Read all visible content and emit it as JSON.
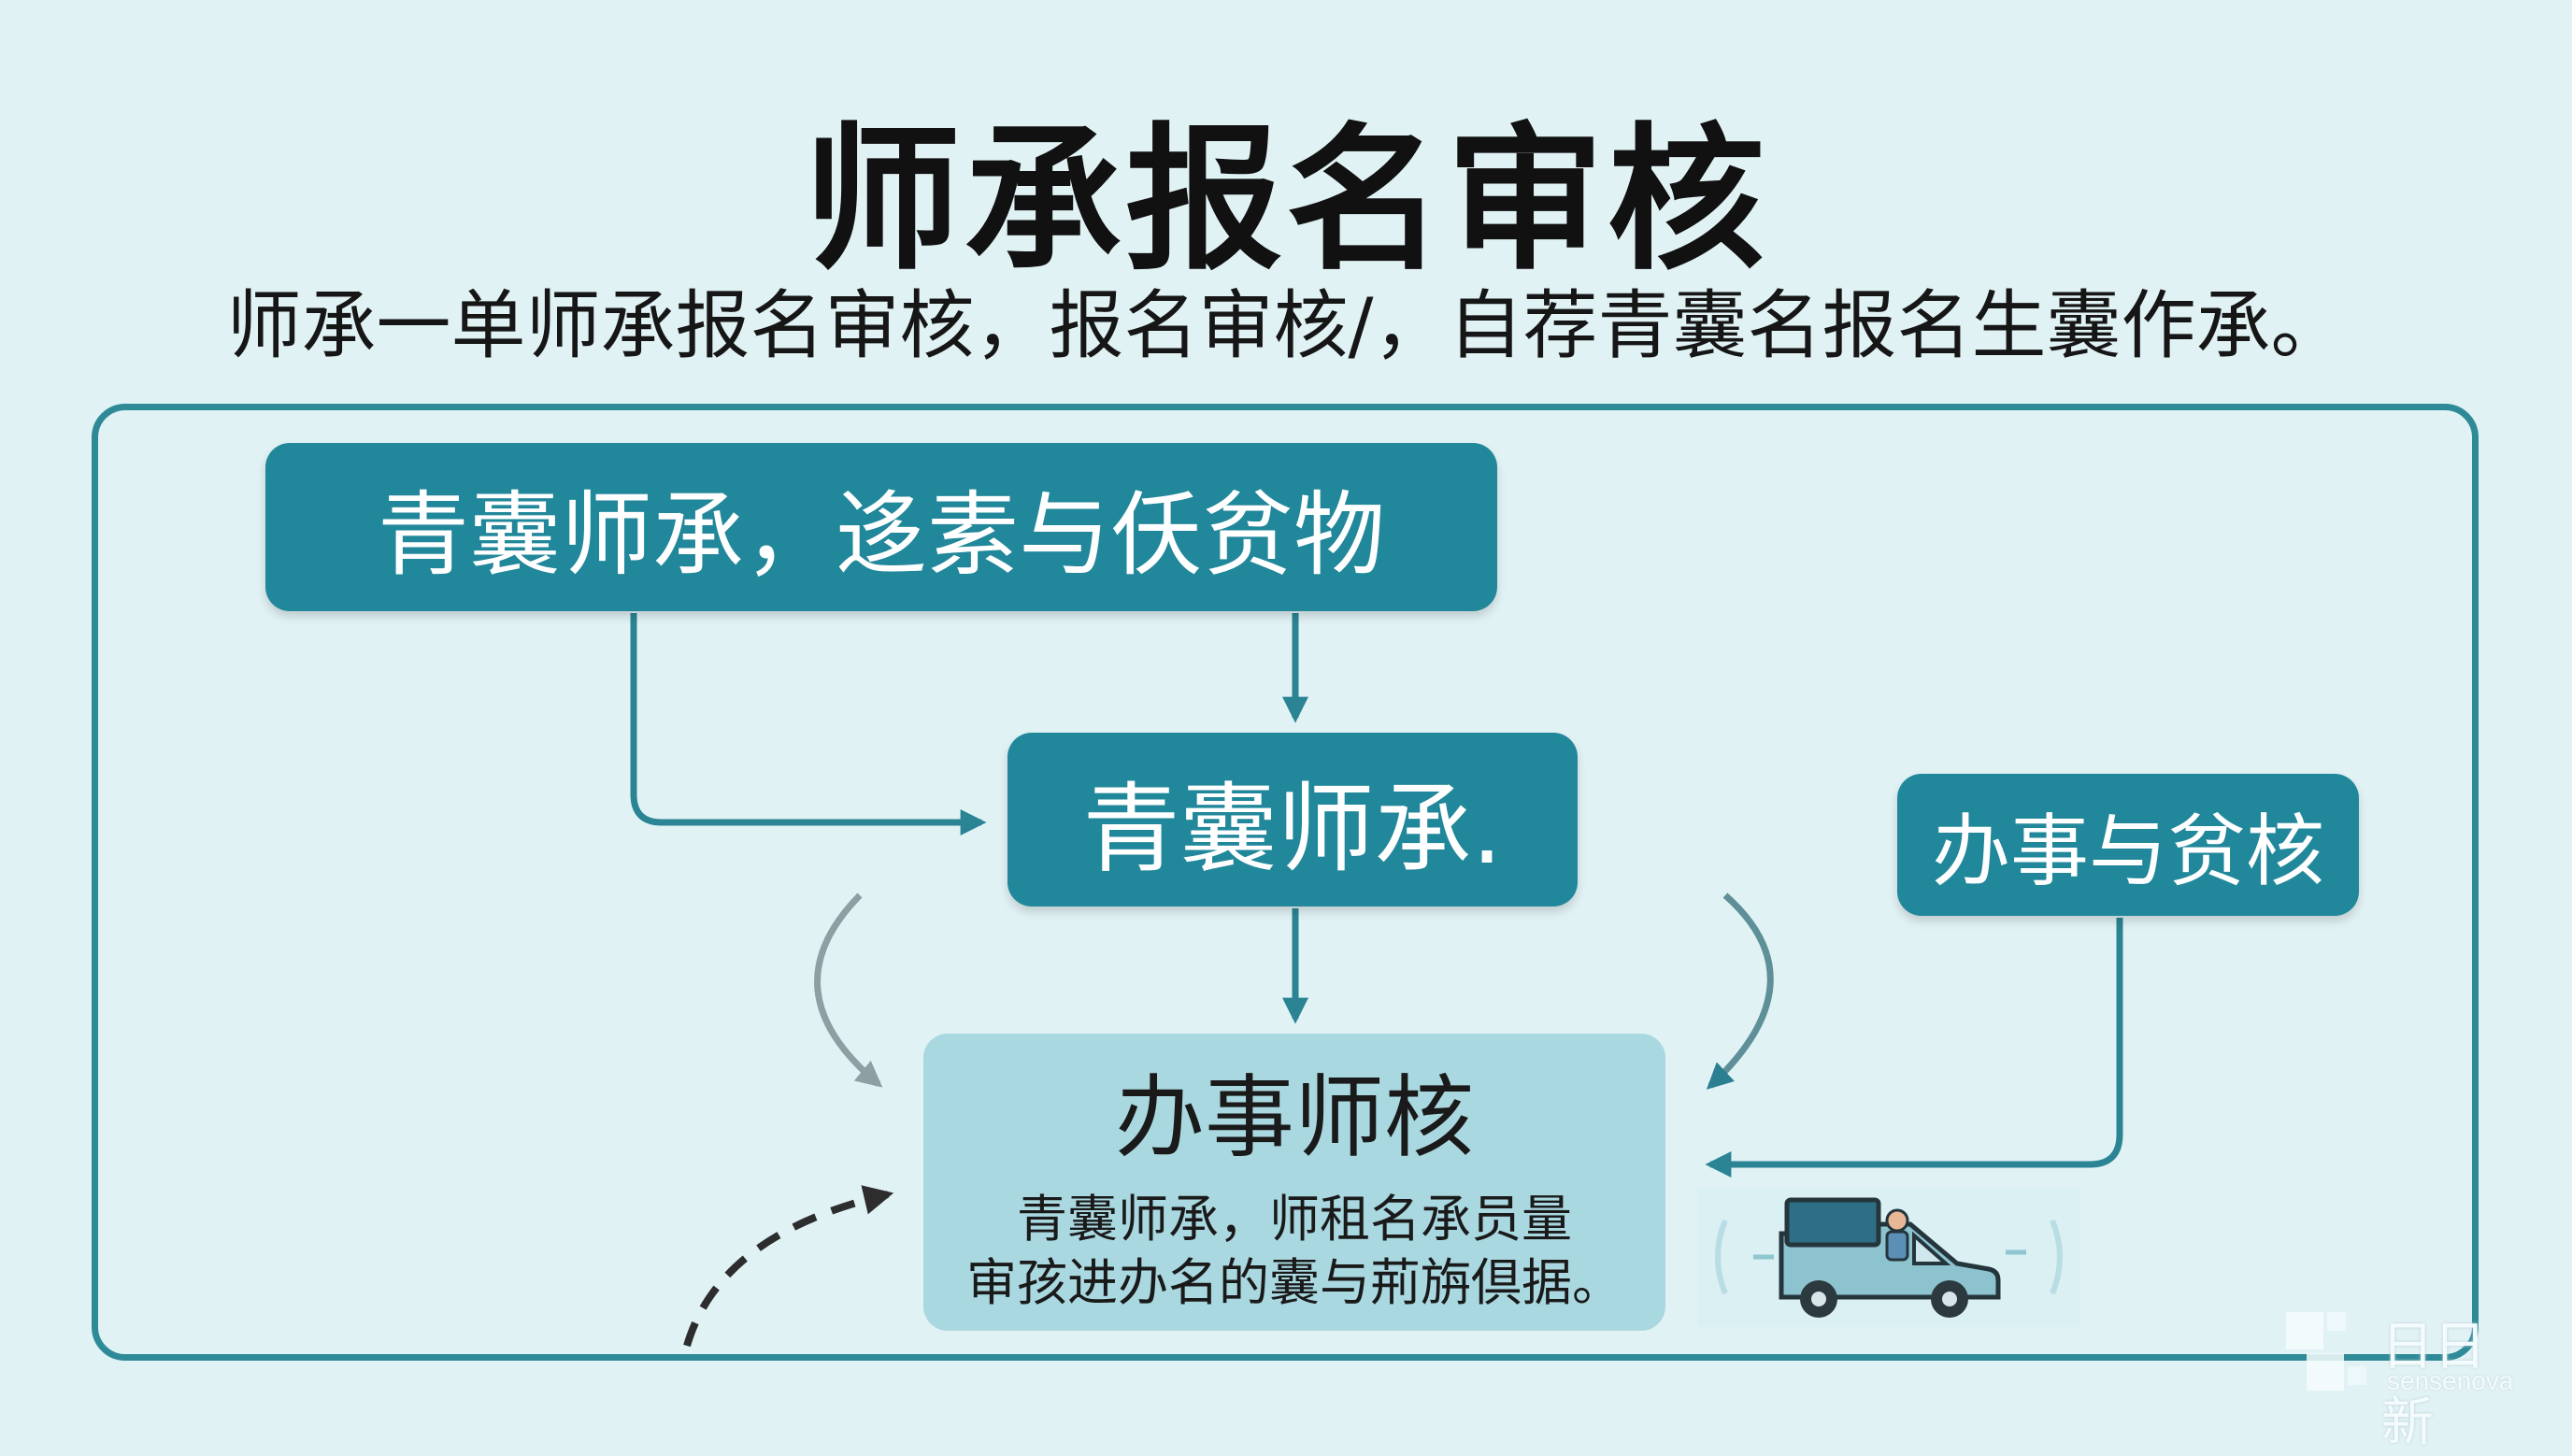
{
  "header": {
    "title": "师承报名审核",
    "subtitle": "师承一单师承报名审核，报名审核/，自荐青囊名报名生囊作承。"
  },
  "nodes": {
    "top": "青囊师承，迻素与仸贫物",
    "middle": "青囊师承.",
    "right": "办事与贫核",
    "review_title": "办事师核",
    "review_line1": "青囊师承，师租名承员量",
    "review_line2": "审孩进办名的囊与荊旃倶据。"
  },
  "watermark": {
    "brand": "日日新",
    "sub": "sensenova"
  },
  "colors": {
    "background": "#e1f2f5",
    "box_dark": "#21879a",
    "box_light": "#a9d8e0",
    "frame": "#2f8a98",
    "connector": "#2a8494",
    "curved_gray": "#8a9ea3"
  }
}
